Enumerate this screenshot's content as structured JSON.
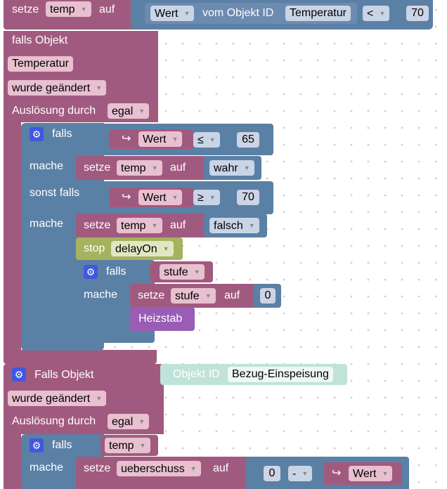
{
  "blocks": {
    "top_set": {
      "set_label": "setze",
      "var": "temp",
      "to_label": "auf",
      "value_dd": "Wert",
      "of_object_label": "vom Objekt ID",
      "object_id": "Temperatur",
      "op": "<",
      "num": "70"
    },
    "trigger1": {
      "if_object_label": "falls Objekt",
      "object": "Temperatur",
      "changed_dd": "wurde geändert",
      "triggered_by_label": "Auslösung durch",
      "triggered_by_dd": "egal"
    },
    "if1": {
      "if_label": "falls",
      "cond1_arrow": "↪",
      "cond1_dd": "Wert",
      "cond1_op": "≤",
      "cond1_num": "65",
      "do_label": "mache",
      "set1_label": "setze",
      "set1_var": "temp",
      "set1_to": "auf",
      "set1_val": "wahr",
      "elseif_label": "sonst falls",
      "cond2_arrow": "↪",
      "cond2_dd": "Wert",
      "cond2_op": "≥",
      "cond2_num": "70",
      "do2_label": "mache",
      "set2_label": "setze",
      "set2_var": "temp",
      "set2_to": "auf",
      "set2_val": "falsch",
      "stop_label": "stop",
      "stop_dd": "delayOn",
      "inner_if_label": "falls",
      "inner_cond": "stufe",
      "inner_do_label": "mache",
      "inner_set_label": "setze",
      "inner_set_var": "stufe",
      "inner_set_to": "auf",
      "inner_set_val": "0",
      "func_label": "Heizstab"
    },
    "trigger2": {
      "if_object_label": "Falls Objekt",
      "object_id_label": "Objekt ID",
      "object_id": "Bezug-Einspeisung",
      "changed_dd": "wurde geändert",
      "triggered_by_label": "Auslösung durch",
      "triggered_by_dd": "egal",
      "if_label": "falls",
      "cond_var": "temp",
      "do_label": "mache",
      "set_label": "setze",
      "set_var": "ueberschuss",
      "set_to": "auf",
      "num": "0",
      "op": "-",
      "arrow": "↪",
      "val_dd": "Wert"
    }
  },
  "icons": {
    "gear": "gear-icon",
    "dropdown": "chevron-down-icon"
  },
  "colors": {
    "event_block": "#a15a7f",
    "logic_block": "#5b80a5",
    "stop_block": "#a5b25e",
    "function_block": "#9a5cb5",
    "object_id_block": "#bfe3d8"
  }
}
